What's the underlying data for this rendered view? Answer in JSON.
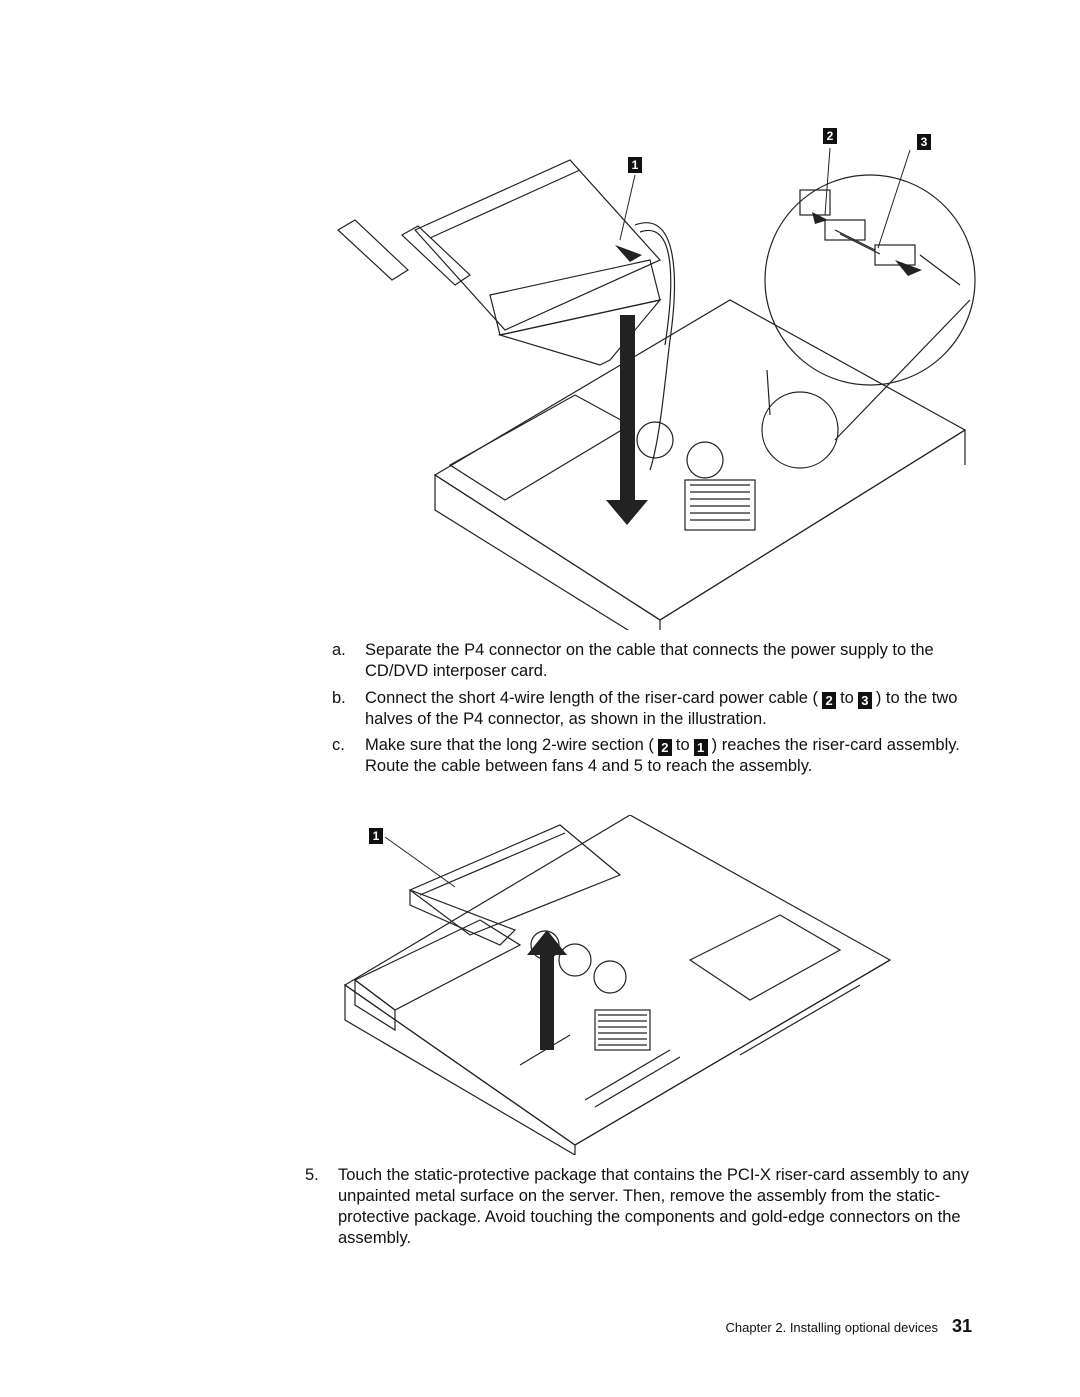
{
  "figure1": {
    "callouts": [
      "1",
      "2",
      "3"
    ]
  },
  "steps": [
    {
      "label": "a.",
      "text": "Separate the P4 connector on the cable that connects the power supply to the CD/DVD interposer card."
    },
    {
      "label": "b.",
      "pre": "Connect the short 4-wire length of the riser-card power cable (",
      "callout_a": "2",
      "mid": "to",
      "callout_b": "3",
      "post": ") to the two halves of the P4 connector, as shown in the illustration."
    },
    {
      "label": "c.",
      "pre": "Make sure that the long 2-wire section (",
      "callout_a": "2",
      "mid": "to",
      "callout_b": "1",
      "post": ") reaches the riser-card assembly. Route the cable between fans 4 and 5 to reach the assembly."
    }
  ],
  "figure2": {
    "callouts": [
      "1"
    ]
  },
  "step5": {
    "label": "5.",
    "text": "Touch the static-protective package that contains the PCI-X riser-card assembly to any unpainted metal surface on the server. Then, remove the assembly from the static-protective package. Avoid touching the components and gold-edge connectors on the assembly."
  },
  "footer": {
    "chapter": "Chapter 2. Installing optional devices",
    "page": "31"
  }
}
